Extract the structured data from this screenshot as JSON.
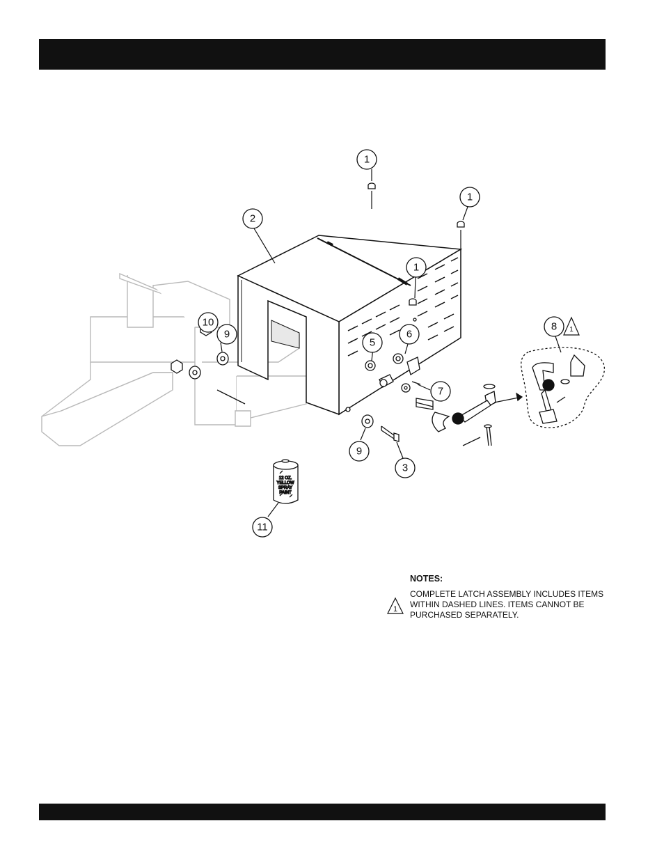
{
  "header_bar": {
    "color": "#111111"
  },
  "footer_bar": {
    "color": "#111111"
  },
  "callouts": {
    "c1_top": "1",
    "c1_right": "1",
    "c1_mid": "1",
    "c2": "2",
    "c3": "3",
    "c5": "5",
    "c6": "6",
    "c7": "7",
    "c8": "8",
    "c9_left": "9",
    "c9_bottom": "9",
    "c10": "10",
    "c11": "11"
  },
  "note_marker": "1",
  "spray_can": {
    "line1": "12 OZ.",
    "line2": "YELLOW",
    "line3": "SPRAY",
    "line4": "PAINT"
  },
  "notes": {
    "heading": "NOTES:",
    "text": "COMPLETE LATCH ASSEMBLY INCLUDES ITEMS WITHIN DASHED LINES. ITEMS CANNOT BE PURCHASED SEPARATELY."
  }
}
